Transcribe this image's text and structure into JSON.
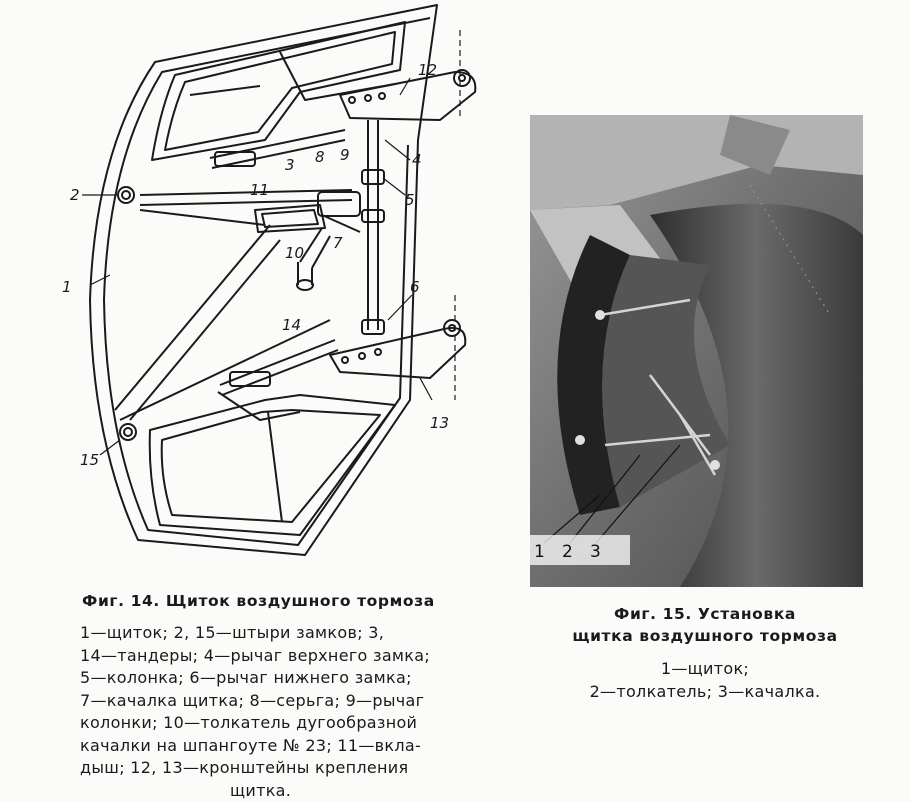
{
  "fig14": {
    "title": "Фиг. 14. Щиток воздушного тормоза",
    "legend": [
      "1—щиток; 2, 15—штыри замков; 3,",
      "14—тандеры; 4—рычаг верхнего замка;",
      "5—колонка; 6—рычаг нижнего замка;",
      "7—качалка щитка; 8—серьга; 9—рычаг",
      "колонки; 10—толкатель дугообразной",
      "качалки на шпангоуте № 23; 11—вкла-",
      "дыш; 12, 13—кронштейны крепления",
      "щитка."
    ],
    "labels": [
      "1",
      "2",
      "3",
      "4",
      "5",
      "6",
      "7",
      "8",
      "9",
      "10",
      "11",
      "12",
      "13",
      "14",
      "15"
    ]
  },
  "fig15": {
    "title_lines": [
      "Фиг. 15. Установка",
      "щитка воздушного тормоза"
    ],
    "legend": [
      "1—щиток;",
      "2—толкатель; 3—качалка."
    ],
    "labels": [
      "1",
      "2",
      "3"
    ]
  },
  "colors": {
    "ink": "#1a1a1a",
    "paper": "#fbfbf9",
    "photo_dark": "#3a3a3a",
    "photo_light": "#bdbdbd"
  }
}
